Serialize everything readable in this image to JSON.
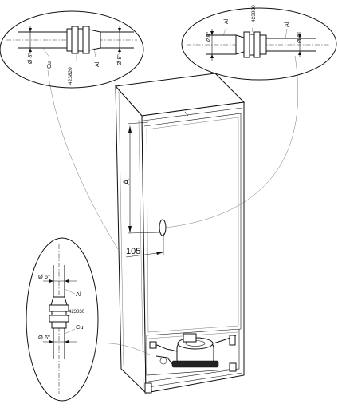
{
  "callout_top_left": {
    "dia_left": "Ø 8\"",
    "mat_left": "Cu",
    "part_no": "423820",
    "mat_right": "Al",
    "dia_right": "Ø 8\""
  },
  "callout_top_right": {
    "dia_left": "Ø8\"",
    "mat_left": "Al",
    "part_no": "423800",
    "mat_right": "Al",
    "dia_right": "Ø 6\""
  },
  "callout_bottom_left": {
    "dia_top": "Ø  6\"",
    "mat_top": "Al",
    "part_no": "423830",
    "mat_bottom": "Cu",
    "dia_bottom": "Ø  6\""
  },
  "dimensions": {
    "height_label": "A",
    "offset_label": "105"
  }
}
